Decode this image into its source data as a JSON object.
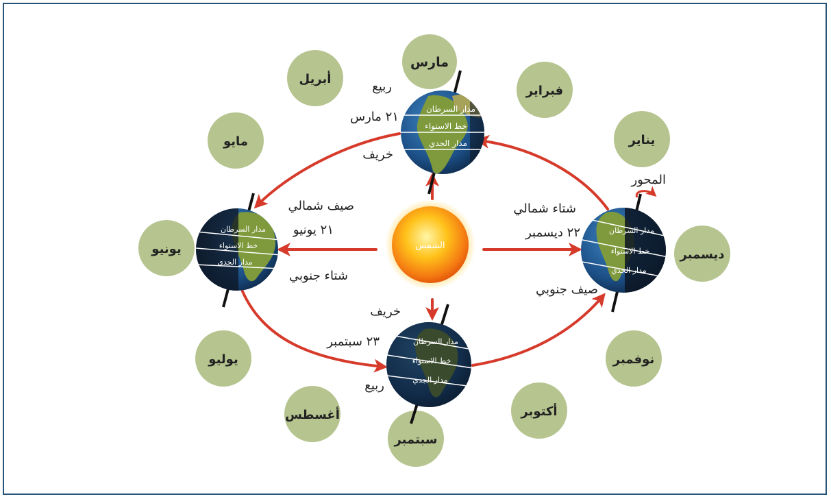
{
  "months": {
    "mar": "مارس",
    "apr": "أبريل",
    "feb": "فبراير",
    "may": "مايو",
    "jan": "يناير",
    "jun": "يونيو",
    "dec": "ديسمبر",
    "jul": "يوليو",
    "nov": "نوفمبر",
    "aug": "أغسطس",
    "oct": "أكتوبر",
    "sep": "سبتمبر"
  },
  "sun": "الشمس",
  "axis": "المحور",
  "lines": {
    "cancer": "مدار السرطان",
    "equator": "خط الاستواء",
    "capricorn": "مدار الجدي"
  },
  "labels": {
    "mar_spring": "ربيع",
    "mar_date": "٢١ مارس",
    "mar_autumn": "خريف",
    "jun_summer_n": "صيف شمالي",
    "jun_date": "٢١ يونيو",
    "jun_winter_s": "شتاء جنوبي",
    "dec_winter_n": "شتاء شمالي",
    "dec_date": "٢٢ ديسمبر",
    "dec_summer_s": "صيف جنوبي",
    "sep_autumn": "خريف",
    "sep_date": "٢٣ سبتمبر",
    "sep_spring": "ربيع"
  },
  "colors": {
    "month_circle": "#b6c48f",
    "arrow": "#d63a2a",
    "frame": "#27557a",
    "sun": "#fbb117",
    "ocean": "#1f5d96",
    "land": "#7f9a3c"
  }
}
